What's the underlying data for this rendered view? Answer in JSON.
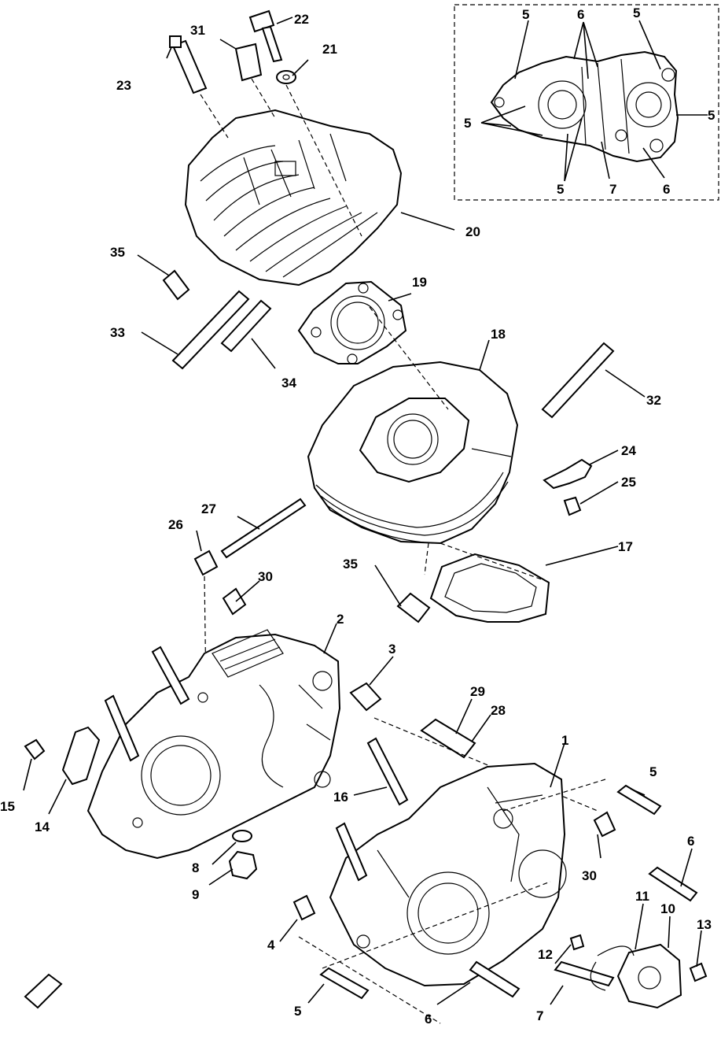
{
  "diagram": {
    "callouts": [
      {
        "id": "c22",
        "text": "22"
      },
      {
        "id": "c31",
        "text": "31"
      },
      {
        "id": "c21",
        "text": "21"
      },
      {
        "id": "c23",
        "text": "23"
      },
      {
        "id": "c20",
        "text": "20"
      },
      {
        "id": "c35a",
        "text": "35"
      },
      {
        "id": "c19",
        "text": "19"
      },
      {
        "id": "c33",
        "text": "33"
      },
      {
        "id": "c34",
        "text": "34"
      },
      {
        "id": "c18",
        "text": "18"
      },
      {
        "id": "c32",
        "text": "32"
      },
      {
        "id": "c24",
        "text": "24"
      },
      {
        "id": "c25a",
        "text": "25"
      },
      {
        "id": "c27",
        "text": "27"
      },
      {
        "id": "c26",
        "text": "26"
      },
      {
        "id": "c35b",
        "text": "35"
      },
      {
        "id": "c17",
        "text": "17"
      },
      {
        "id": "c30a",
        "text": "30"
      },
      {
        "id": "c2",
        "text": "2"
      },
      {
        "id": "c3",
        "text": "3"
      },
      {
        "id": "c29",
        "text": "29"
      },
      {
        "id": "c28",
        "text": "28"
      },
      {
        "id": "c1",
        "text": "1"
      },
      {
        "id": "c16",
        "text": "16"
      },
      {
        "id": "c15",
        "text": "15"
      },
      {
        "id": "c14",
        "text": "14"
      },
      {
        "id": "c5a",
        "text": "5"
      },
      {
        "id": "c30b",
        "text": "30"
      },
      {
        "id": "c8",
        "text": "8"
      },
      {
        "id": "c9",
        "text": "9"
      },
      {
        "id": "c6a",
        "text": "6"
      },
      {
        "id": "c11",
        "text": "11"
      },
      {
        "id": "c10",
        "text": "10"
      },
      {
        "id": "c13",
        "text": "13"
      },
      {
        "id": "c4",
        "text": "4"
      },
      {
        "id": "c12",
        "text": "12"
      },
      {
        "id": "c5b",
        "text": "5"
      },
      {
        "id": "c6b",
        "text": "6"
      },
      {
        "id": "c7a",
        "text": "7"
      }
    ],
    "inset_callouts": [
      {
        "id": "i5a",
        "text": "5"
      },
      {
        "id": "i6a",
        "text": "6"
      },
      {
        "id": "i5b",
        "text": "5"
      },
      {
        "id": "i5c",
        "text": "5"
      },
      {
        "id": "i5d",
        "text": "5"
      },
      {
        "id": "i5e",
        "text": "5"
      },
      {
        "id": "i7",
        "text": "7"
      },
      {
        "id": "i6b",
        "text": "6"
      }
    ]
  }
}
